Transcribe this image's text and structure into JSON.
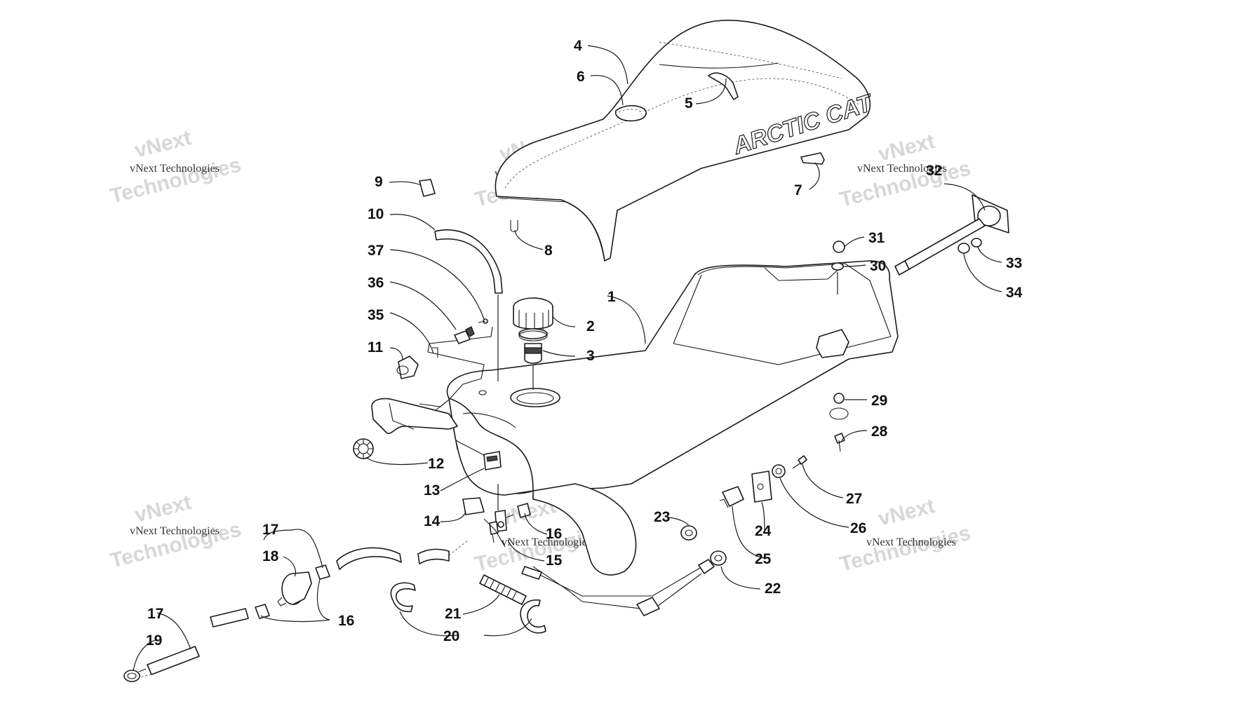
{
  "brand_logo": "ARCTIC CAT",
  "watermark": {
    "line1": "vNext",
    "line2": "Technologies",
    "small": "vNext Technologies"
  },
  "callouts": {
    "c1": "1",
    "c2": "2",
    "c3": "3",
    "c4": "4",
    "c5": "5",
    "c6": "6",
    "c7": "7",
    "c8": "8",
    "c9": "9",
    "c10": "10",
    "c11": "11",
    "c12": "12",
    "c13": "13",
    "c14": "14",
    "c15": "15",
    "c16a": "16",
    "c16b": "16",
    "c17a": "17",
    "c17b": "17",
    "c18": "18",
    "c19": "19",
    "c20": "20",
    "c21": "21",
    "c22": "22",
    "c23": "23",
    "c24": "24",
    "c25": "25",
    "c26": "26",
    "c27": "27",
    "c28": "28",
    "c29": "29",
    "c30": "30",
    "c31": "31",
    "c32": "32",
    "c33": "33",
    "c34": "34",
    "c35": "35",
    "c36": "36",
    "c37": "37"
  },
  "colors": {
    "line": "#1a1a1a",
    "watermark": "#d7d7d7",
    "background": "#ffffff"
  }
}
